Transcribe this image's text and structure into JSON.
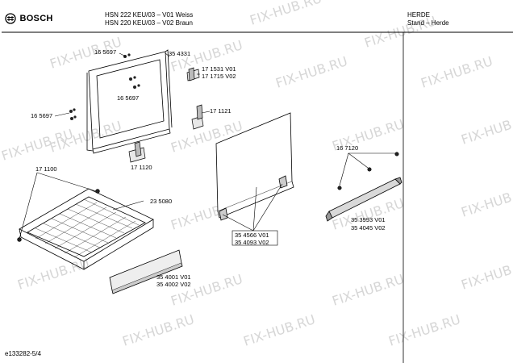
{
  "header": {
    "brand": "BOSCH",
    "model_line_1": "HSN 222 KEU/03 – V01 Weiss",
    "model_line_2": "HSN 220 KEU/03 – V02 Braun",
    "category_1": "HERDE",
    "category_2": "Stand – Herde"
  },
  "footer": {
    "doc_id": "e133282-5/4"
  },
  "watermark": "FIX-HUB.RU",
  "parts": {
    "p165697_a": "16 5697",
    "p354331": "35 4331",
    "p171531": "17 1531 V01",
    "p171715": "17 1715 V02",
    "p165697_b": "16 5697",
    "p171121": "17 1121",
    "p165697_c": "16 5697",
    "p171120": "17 1120",
    "p167120": "16 7120",
    "p171100": "17 1100",
    "p235080": "23 5080",
    "p354566": "35 4566 V01",
    "p354093": "35 4093 V02",
    "p353993": "35 3993 V01",
    "p354045": "35 4045 V02",
    "p354001": "35 4001 V01",
    "p354002": "35 4002 V02"
  },
  "colors": {
    "line": "#000000",
    "watermark": "#d6d6d6",
    "part_fill": "#e8e8e8"
  }
}
